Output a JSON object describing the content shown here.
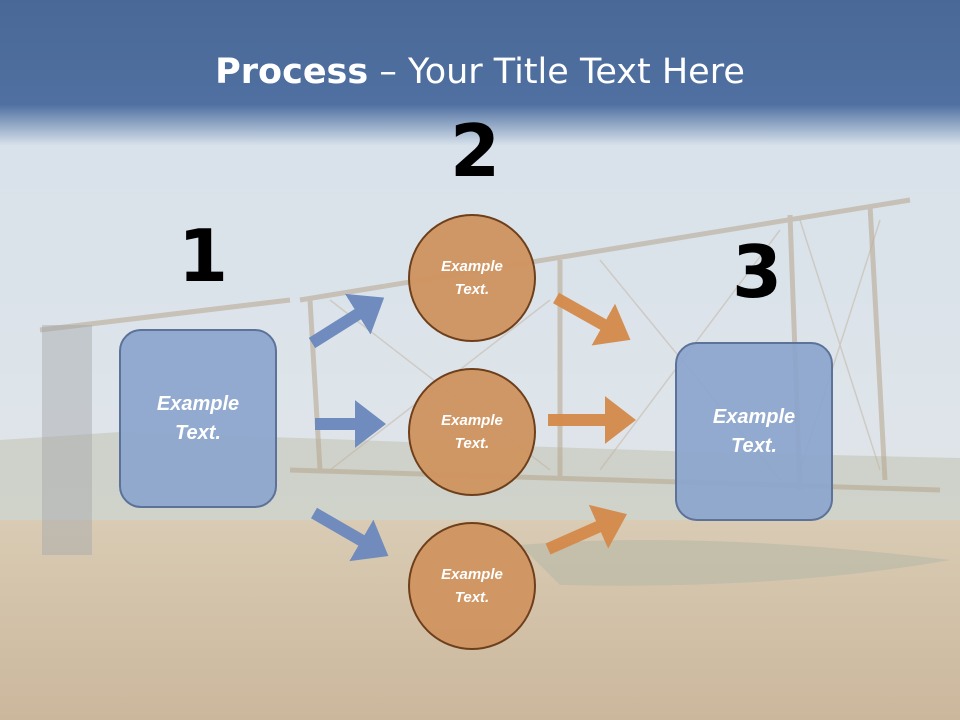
{
  "title": {
    "bold": "Process",
    "rest": " – Your Title Text Here"
  },
  "steps": [
    {
      "number": "1"
    },
    {
      "number": "2"
    },
    {
      "number": "3"
    }
  ],
  "left_box": {
    "line1": "Example",
    "line2": "Text."
  },
  "right_box": {
    "line1": "Example",
    "line2": "Text."
  },
  "circles": [
    {
      "line1": "Example",
      "line2": "Text."
    },
    {
      "line1": "Example",
      "line2": "Text."
    },
    {
      "line1": "Example",
      "line2": "Text."
    }
  ],
  "colors": {
    "header": "#4d6e9f",
    "box_fill": "#8ba5cd",
    "circle_fill": "#cf9460",
    "blue_arrow": "#6b88bd",
    "orange_arrow": "#d58a4a"
  }
}
